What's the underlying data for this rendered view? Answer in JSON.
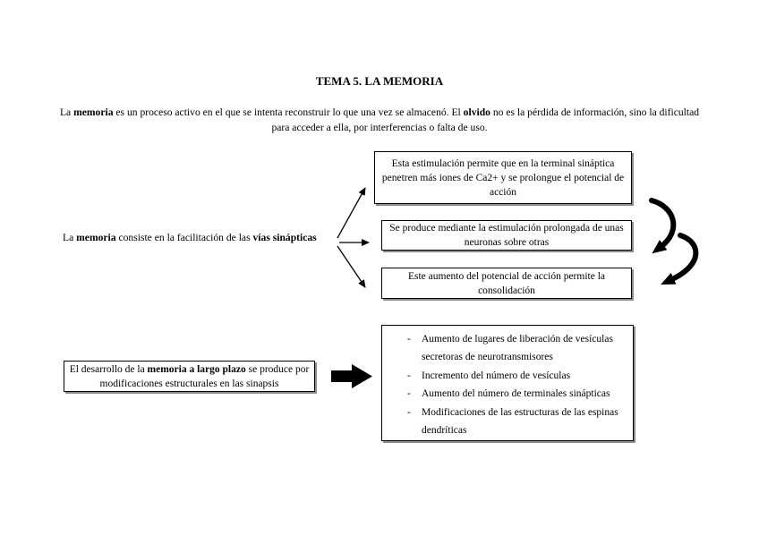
{
  "page": {
    "background_color": "#ffffff",
    "text_color": "#000000",
    "box_border_color": "#000000",
    "box_shadow_color": "#8c8c8c",
    "arrow_color": "#000000"
  },
  "title": "TEMA 5. LA MEMORIA",
  "intro": {
    "segments": [
      "La ",
      "memoria",
      " es un proceso activo en el que se intenta reconstruir lo que una vez se almacenó. El ",
      "olvido",
      " no es la pérdida de información, sino la dificultad para acceder a ella, por interferencias o falta de uso."
    ]
  },
  "left_statement": {
    "segments": [
      "La ",
      "memoria",
      " consiste en la facilitación de las ",
      "vías sinápticas"
    ]
  },
  "boxes": {
    "stimulation": "Esta estimulación permite que en la terminal sináptica penetren más iones de Ca2+ y se prolongue el potencial de acción",
    "production": "Se produce mediante la estimulación prolongada de unas neuronas sobre otras",
    "consolidation": "Este aumento del potencial de acción permite la consolidación"
  },
  "ltp_box": {
    "segments": [
      "El desarrollo de la ",
      "memoria a largo plazo",
      " se produce por modificaciones estructurales en las sinapsis"
    ]
  },
  "bullet_box": {
    "marker": "-",
    "items": [
      "Aumento de lugares de liberación de vesículas secretoras de neurotransmisores",
      "Incremento del número de vesículas",
      "Aumento del número de terminales sinápticas",
      "Modificaciones de las estructuras de las espinas dendríticas"
    ]
  },
  "icons": {
    "fan_arrows": "straight-line-arrow",
    "curved_arrows": "thick-curved-arrow",
    "block_arrow": "solid-right-block-arrow"
  }
}
